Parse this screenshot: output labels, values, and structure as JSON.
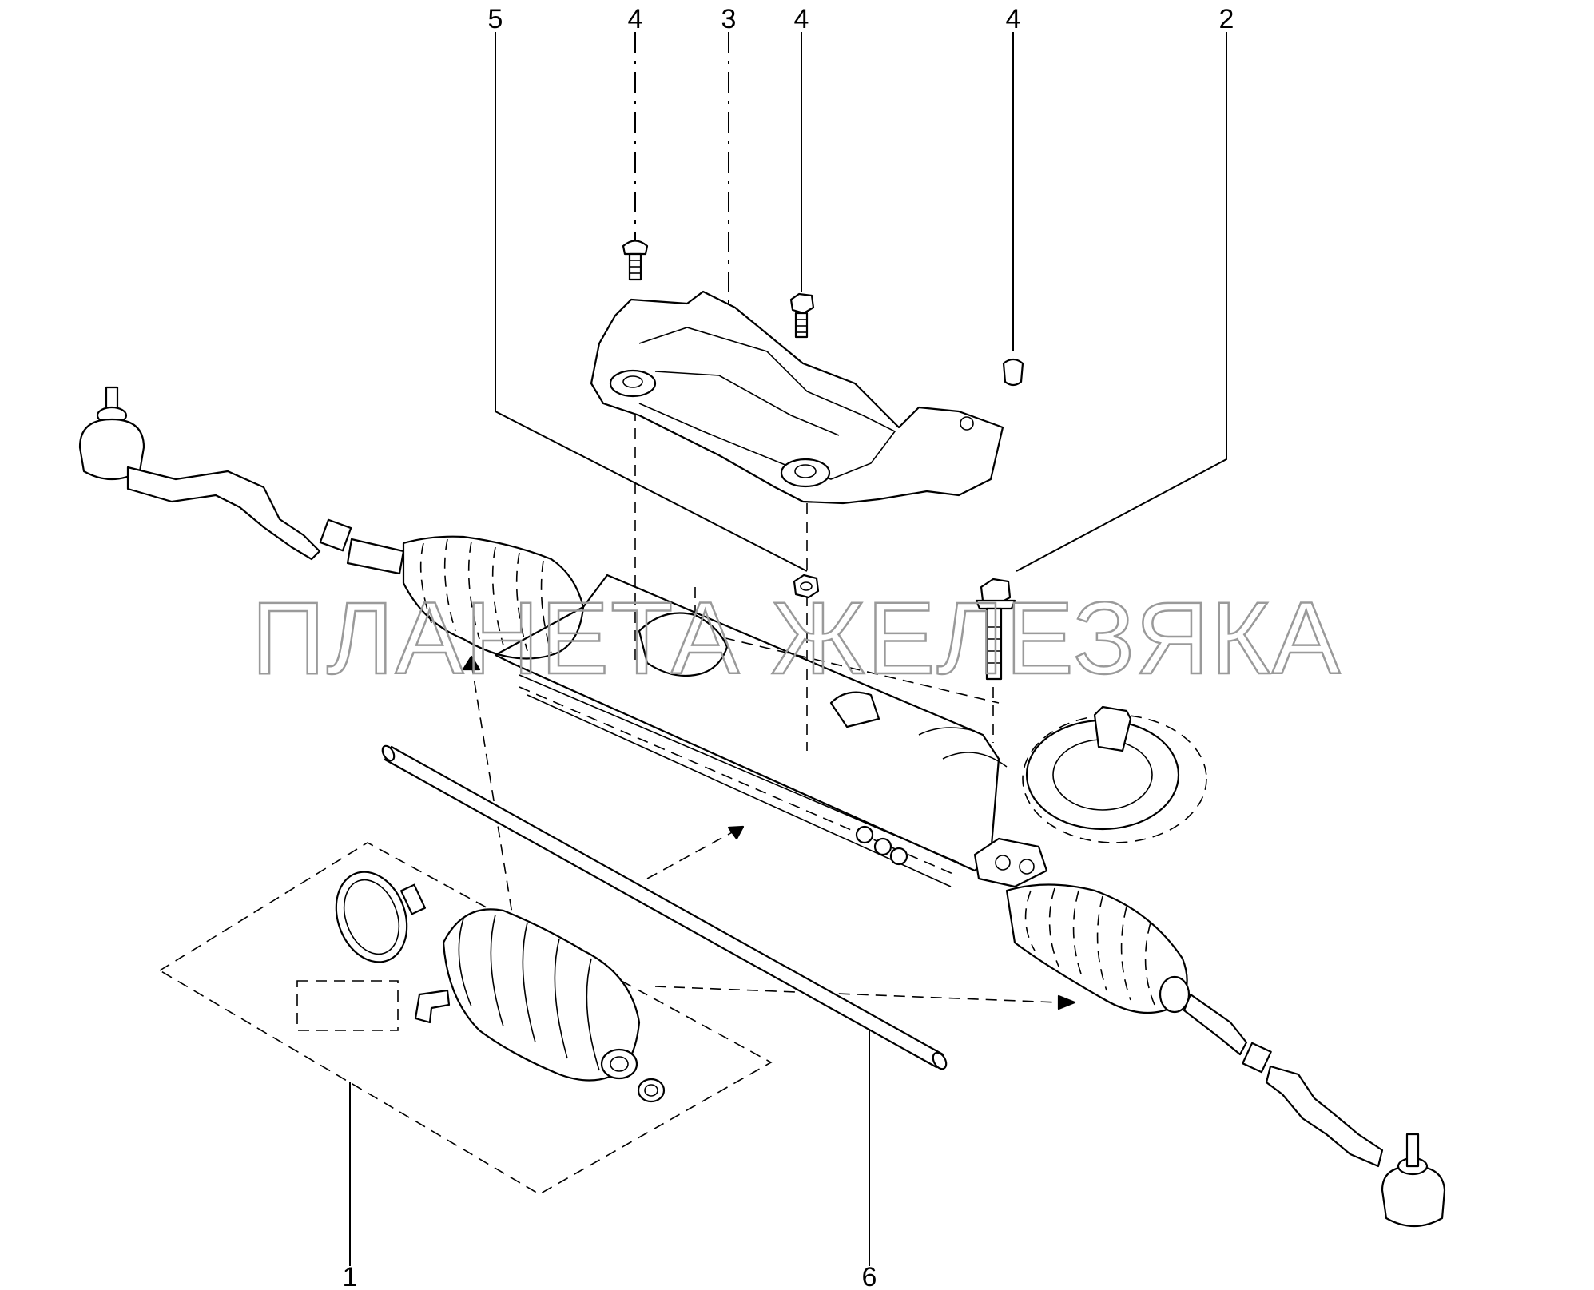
{
  "watermark": "ПЛАНЕТА ЖЕЛЕЗЯКА",
  "callouts": {
    "top_5": "5",
    "top_4a": "4",
    "top_3": "3",
    "top_4b": "4",
    "top_4c": "4",
    "top_2": "2",
    "bottom_1": "1",
    "bottom_6": "6"
  },
  "colors": {
    "line": "#000000",
    "watermark": "#9a9a9a",
    "background": "#ffffff"
  }
}
